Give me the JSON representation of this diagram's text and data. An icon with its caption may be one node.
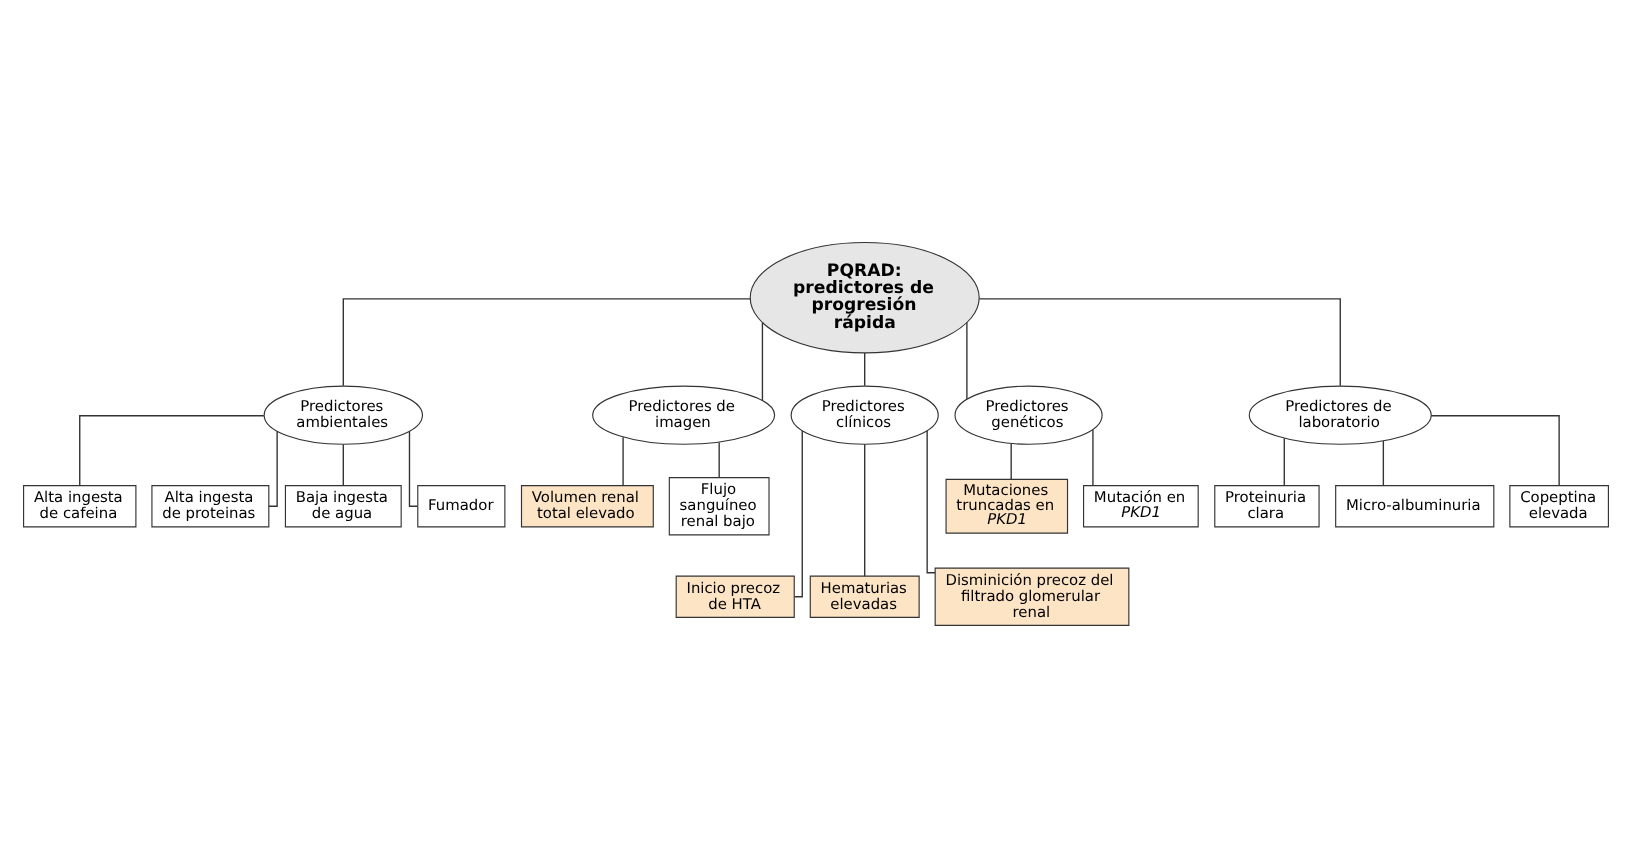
{
  "diagram": {
    "nodes": [
      {
        "text": [
          "PQRAD: predictores de progresión rápida"
        ]
      },
      {
        "text": [
          "Predictores ambientales"
        ]
      },
      {
        "text": [
          "Predictores de imagen"
        ]
      },
      {
        "text": [
          "Predictores clínicos"
        ]
      },
      {
        "text": [
          "Predictores genéticos"
        ]
      },
      {
        "text": [
          "Predictores de laboratorio"
        ]
      },
      {
        "text": [
          "Alta ingesta de cafeina"
        ]
      },
      {
        "text": [
          "Alta ingesta de proteinas"
        ]
      },
      {
        "text": [
          "Baja ingesta de agua"
        ]
      },
      {
        "text": [
          "Fumador"
        ]
      },
      {
        "text": [
          "Volumen renal total elevado"
        ]
      },
      {
        "text": [
          "Flujo sanguíneo renal bajo"
        ]
      },
      {
        "text": [
          "Inicio precoz de HTA"
        ]
      },
      {
        "text": [
          "Hematurias elevadas"
        ]
      },
      {
        "text": [
          "Disminición precoz del filtrado glomerular renal"
        ]
      },
      {
        "text": [
          "Mutaciones truncadas en *PKD1*"
        ]
      },
      {
        "text": [
          "Mutación en *PKD1*"
        ]
      },
      {
        "text": [
          "Proteinuria clara"
        ]
      },
      {
        "text": [
          "Micro-albuminuria"
        ]
      },
      {
        "text": [
          "Copeptina elevada"
        ]
      }
    ],
    "edges": [
      {
        "from": 0,
        "to": 1,
        "arrow": "none"
      },
      {
        "from": 0,
        "to": 2,
        "arrow": "none"
      },
      {
        "from": 0,
        "to": 3,
        "arrow": "none"
      },
      {
        "from": 0,
        "to": 4,
        "arrow": "none"
      },
      {
        "from": 0,
        "to": 5,
        "arrow": "none"
      },
      {
        "from": 1,
        "to": 6,
        "arrow": "none"
      },
      {
        "from": 1,
        "to": 7,
        "arrow": "none"
      },
      {
        "from": 1,
        "to": 8,
        "arrow": "none"
      },
      {
        "from": 1,
        "to": 9,
        "arrow": "none"
      },
      {
        "from": 2,
        "to": 10,
        "arrow": "none"
      },
      {
        "from": 2,
        "to": 11,
        "arrow": "none"
      },
      {
        "from": 3,
        "to": 12,
        "arrow": "none"
      },
      {
        "from": 3,
        "to": 13,
        "arrow": "none"
      },
      {
        "from": 3,
        "to": 14,
        "arrow": "none"
      },
      {
        "from": 4,
        "to": 15,
        "arrow": "none"
      },
      {
        "from": 4,
        "to": 16,
        "arrow": "none"
      },
      {
        "from": 5,
        "to": 17,
        "arrow": "none"
      },
      {
        "from": 5,
        "to": 18,
        "arrow": "none"
      },
      {
        "from": 5,
        "to": 19,
        "arrow": "none"
      }
    ]
  }
}
